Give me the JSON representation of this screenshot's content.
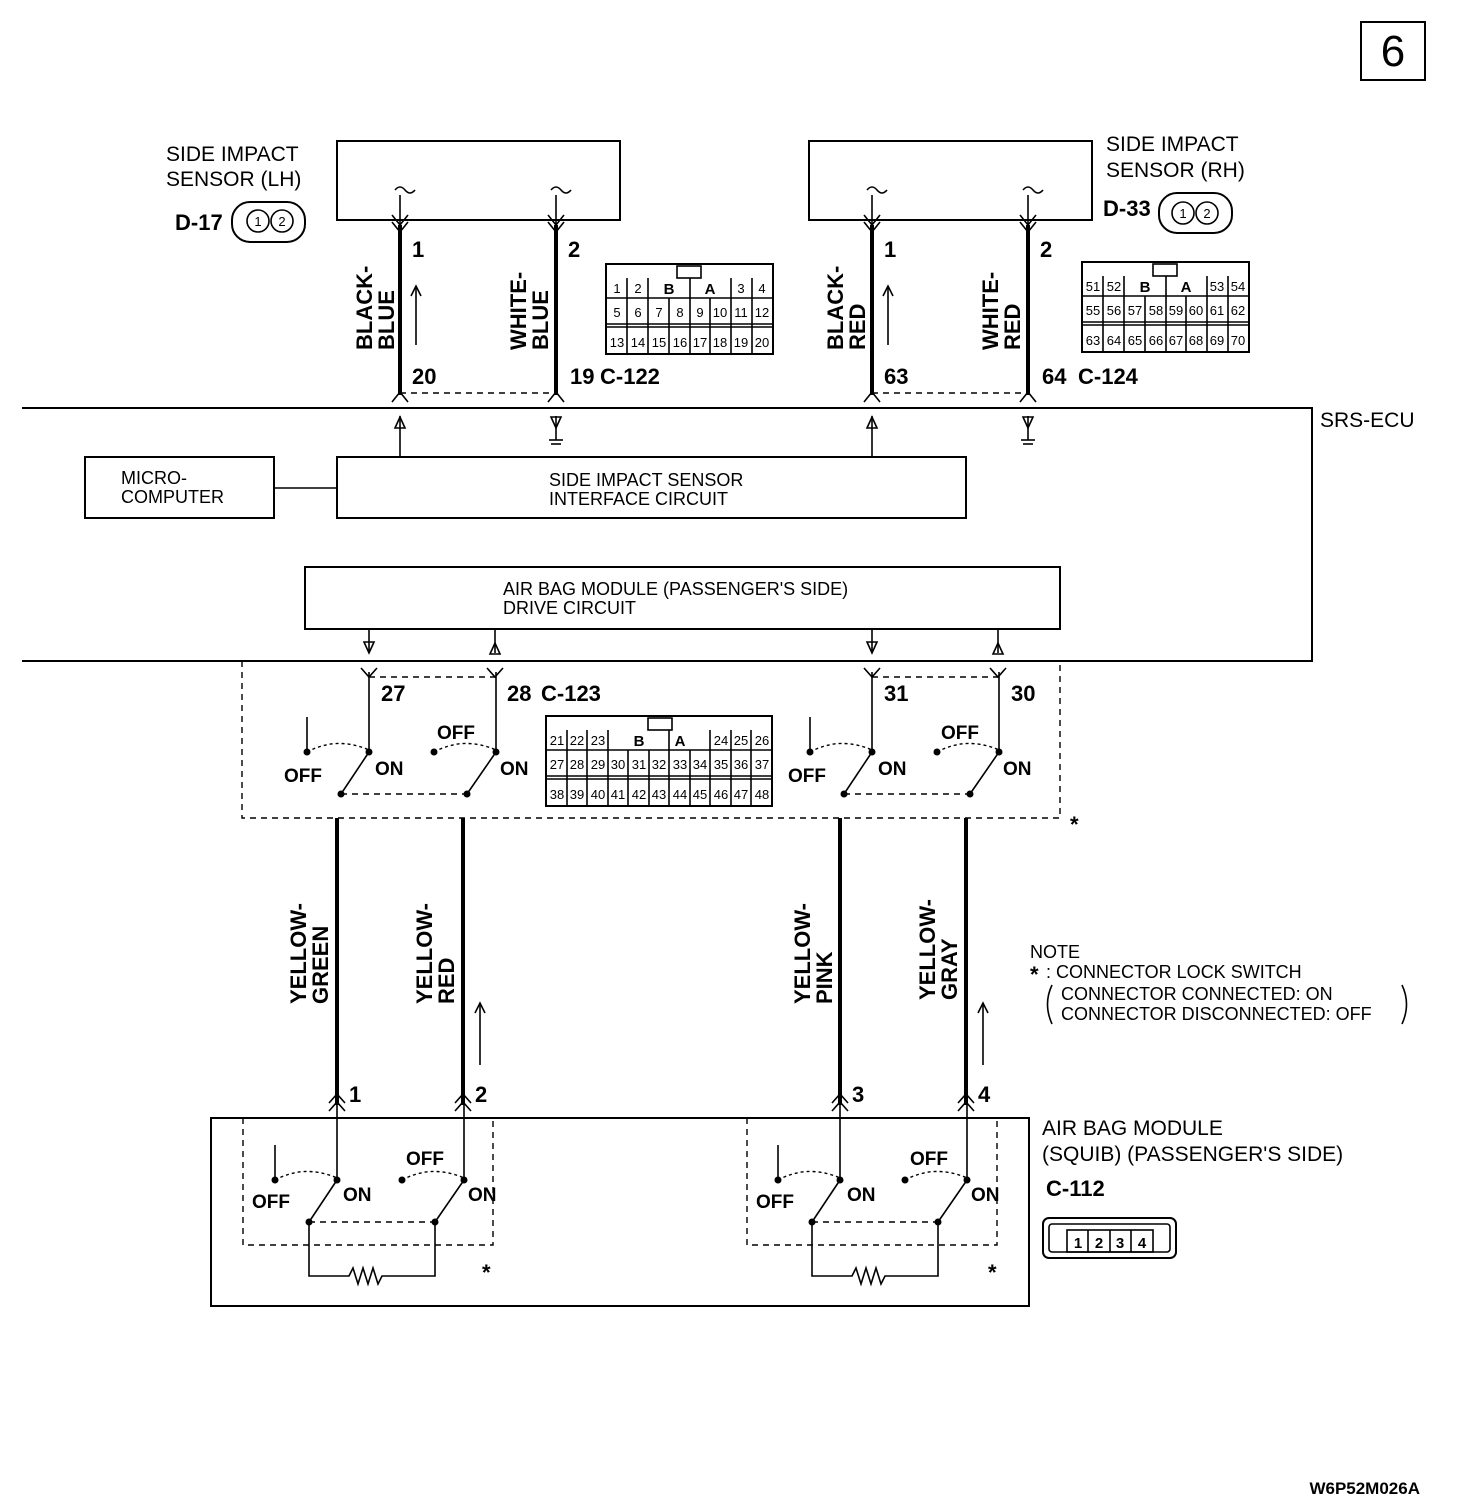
{
  "page_number": "6",
  "figure_code": "W6P52M026A",
  "sensor_lh": {
    "title_1": "SIDE IMPACT",
    "title_2": "SENSOR (LH)",
    "connector": "D-17",
    "pin_1": "1",
    "pin_2": "2"
  },
  "sensor_rh": {
    "title_1": "SIDE IMPACT",
    "title_2": "SENSOR (RH)",
    "connector": "D-33",
    "pin_1": "1",
    "pin_2": "2"
  },
  "wires_top": {
    "w1": {
      "color_1": "BLACK-",
      "color_2": "BLUE",
      "pin_top": "1",
      "pin_bottom": "20"
    },
    "w2": {
      "color_1": "WHITE-",
      "color_2": "BLUE",
      "pin_top": "2",
      "pin_bottom": "19"
    },
    "w3": {
      "color_1": "BLACK-",
      "color_2": "RED",
      "pin_top": "1",
      "pin_bottom": "63"
    },
    "w4": {
      "color_1": "WHITE-",
      "color_2": "RED",
      "pin_top": "2",
      "pin_bottom": "64"
    }
  },
  "connectors": {
    "c122": "C-122",
    "c124": "C-124",
    "c123": "C-123",
    "c112": "C-112"
  },
  "c122_pins": {
    "row1": [
      "1",
      "2",
      "B",
      "A",
      "3",
      "4"
    ],
    "row2": [
      "5",
      "6",
      "7",
      "8",
      "9",
      "10",
      "11",
      "12"
    ],
    "row3": [
      "13",
      "14",
      "15",
      "16",
      "17",
      "18",
      "19",
      "20"
    ]
  },
  "c124_pins": {
    "row1": [
      "51",
      "52",
      "B",
      "A",
      "53",
      "54"
    ],
    "row2": [
      "55",
      "56",
      "57",
      "58",
      "59",
      "60",
      "61",
      "62"
    ],
    "row3": [
      "63",
      "64",
      "65",
      "66",
      "67",
      "68",
      "69",
      "70"
    ]
  },
  "c123_pins": {
    "row1": [
      "21",
      "22",
      "23",
      "B",
      "A",
      "24",
      "25",
      "26"
    ],
    "row2": [
      "27",
      "28",
      "29",
      "30",
      "31",
      "32",
      "33",
      "34",
      "35",
      "36",
      "37"
    ],
    "row3": [
      "38",
      "39",
      "40",
      "41",
      "42",
      "43",
      "44",
      "45",
      "46",
      "47",
      "48"
    ]
  },
  "c112_pins": [
    "1",
    "2",
    "3",
    "4"
  ],
  "ecu": {
    "name": "SRS-ECU",
    "micro_1": "MICRO-",
    "micro_2": "COMPUTER",
    "interface_1": "SIDE IMPACT SENSOR",
    "interface_2": "INTERFACE CIRCUIT",
    "drive_1": "AIR BAG MODULE (PASSENGER'S SIDE)",
    "drive_2": "DRIVE CIRCUIT"
  },
  "ecu_pins": {
    "p27": "27",
    "p28": "28",
    "p31": "31",
    "p30": "30"
  },
  "wires_bottom": {
    "w1": {
      "color_1": "YELLOW-",
      "color_2": "GREEN",
      "pin": "1"
    },
    "w2": {
      "color_1": "YELLOW-",
      "color_2": "RED",
      "pin": "2"
    },
    "w3": {
      "color_1": "YELLOW-",
      "color_2": "PINK",
      "pin": "3"
    },
    "w4": {
      "color_1": "YELLOW-",
      "color_2": "GRAY",
      "pin": "4"
    }
  },
  "switch": {
    "on": "ON",
    "off": "OFF",
    "star": "*"
  },
  "note": {
    "title": "NOTE",
    "star": "*",
    "line_1": ": CONNECTOR LOCK SWITCH",
    "line_2": "CONNECTOR CONNECTED: ON",
    "line_3": "CONNECTOR DISCONNECTED: OFF"
  },
  "airbag": {
    "title_1": "AIR BAG MODULE",
    "title_2": "(SQUIB) (PASSENGER'S SIDE)"
  }
}
